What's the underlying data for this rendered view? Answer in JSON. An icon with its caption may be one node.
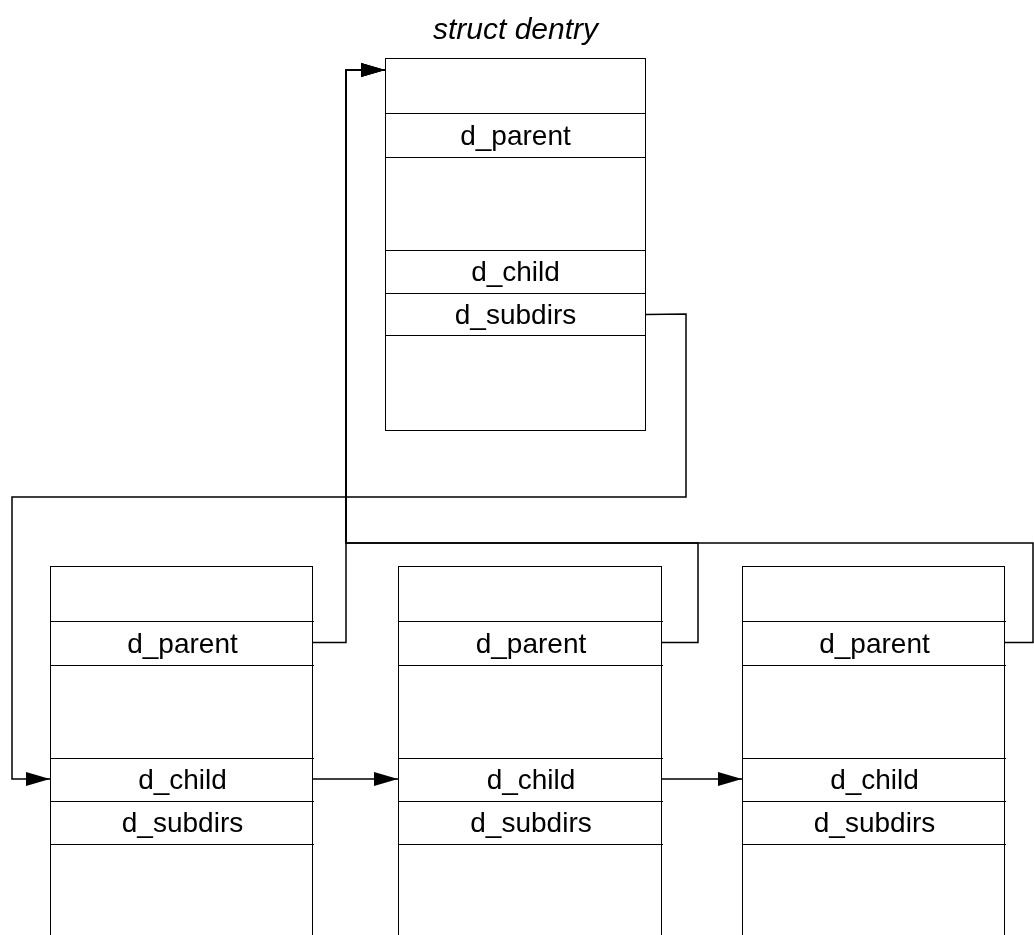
{
  "diagram": {
    "nodes": [
      {
        "text": [
          "struct dentry"
        ]
      },
      {
        "text": [
          "d_parent"
        ],
        "in": 0
      },
      {
        "text": [
          "d_child"
        ],
        "in": 0
      },
      {
        "text": [
          "d_subdirs"
        ],
        "in": 0
      },
      {
        "text": [],
        "shape": "box"
      },
      {
        "text": [
          "d_parent"
        ],
        "in": 4
      },
      {
        "text": [
          "d_child"
        ],
        "in": 4
      },
      {
        "text": [
          "d_subdirs"
        ],
        "in": 4
      },
      {
        "text": [],
        "shape": "box"
      },
      {
        "text": [
          "d_parent"
        ],
        "in": 8
      },
      {
        "text": [
          "d_child"
        ],
        "in": 8
      },
      {
        "text": [
          "d_subdirs"
        ],
        "in": 8
      },
      {
        "text": [],
        "shape": "box"
      },
      {
        "text": [
          "d_parent"
        ],
        "in": 12
      },
      {
        "text": [
          "d_child"
        ],
        "in": 12
      },
      {
        "text": [
          "d_subdirs"
        ],
        "in": 12
      }
    ],
    "edges": [
      {
        "from": 3,
        "to": 6,
        "arrow": "to"
      },
      {
        "from": 5,
        "to": 0,
        "arrow": "to"
      },
      {
        "from": 9,
        "to": 0,
        "arrow": "to"
      },
      {
        "from": 13,
        "to": 0,
        "arrow": "to"
      },
      {
        "from": 6,
        "to": 10,
        "arrow": "to"
      },
      {
        "from": 10,
        "to": 14,
        "arrow": "to"
      }
    ]
  }
}
